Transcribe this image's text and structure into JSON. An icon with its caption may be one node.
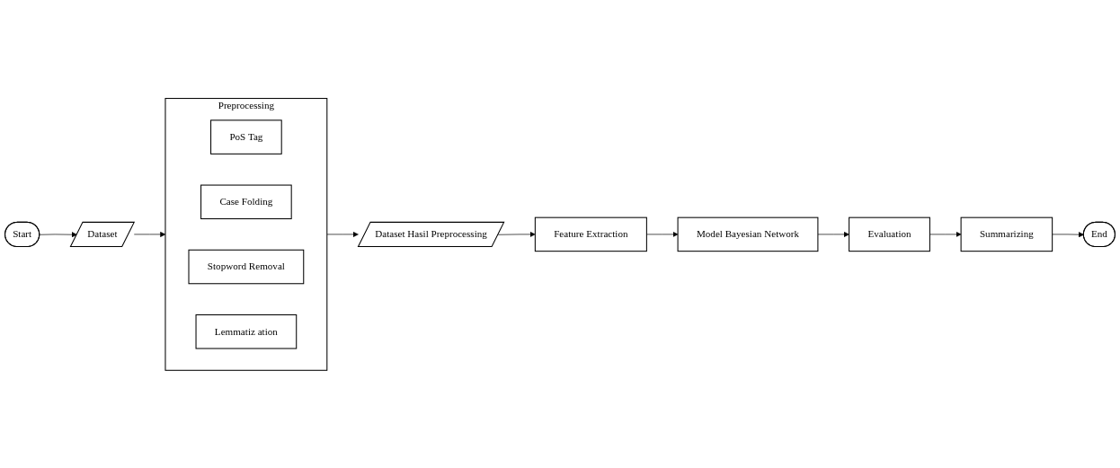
{
  "diagram": {
    "nodes": [
      {
        "text": [
          "Start"
        ]
      },
      {
        "text": [
          "Dataset"
        ]
      },
      {
        "text": [
          "Preprocessing"
        ]
      },
      {
        "text": [
          "PoS Tag"
        ],
        "in": 2
      },
      {
        "text": [
          "Case Folding"
        ],
        "in": 2
      },
      {
        "text": [
          "Stopword Removal"
        ],
        "in": 2
      },
      {
        "text": [
          "Lemmatiz ation"
        ],
        "in": 2
      },
      {
        "text": [
          "Dataset Hasil Preprocessing"
        ]
      },
      {
        "text": [
          "Feature Extraction"
        ]
      },
      {
        "text": [
          "Model Bayesian Network"
        ]
      },
      {
        "text": [
          "Evaluation"
        ]
      },
      {
        "text": [
          "Summarizing"
        ]
      },
      {
        "text": [
          "End"
        ]
      }
    ],
    "edges": [
      {
        "from": 0,
        "to": 1,
        "arrow": "to"
      },
      {
        "from": 1,
        "to": 2,
        "arrow": "to"
      },
      {
        "from": 2,
        "to": 7,
        "arrow": "to"
      },
      {
        "from": 7,
        "to": 8,
        "arrow": "to"
      },
      {
        "from": 8,
        "to": 9,
        "arrow": "to"
      },
      {
        "from": 9,
        "to": 10,
        "arrow": "to"
      },
      {
        "from": 10,
        "to": 11,
        "arrow": "to"
      },
      {
        "from": 11,
        "to": 12,
        "arrow": "to"
      }
    ]
  }
}
